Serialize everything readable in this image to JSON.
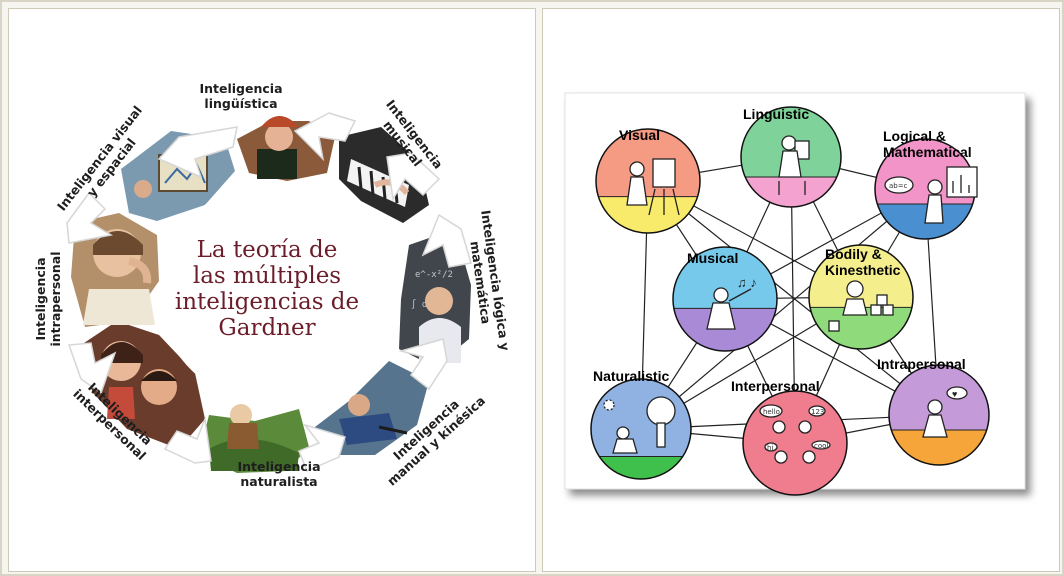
{
  "left_diagram": {
    "center_title_lines": [
      "La teoría de",
      "las múltiples",
      "inteligencias de",
      "Gardner"
    ],
    "labels": [
      {
        "key": "linguistica",
        "lines": [
          "Inteligencia",
          "lingüística"
        ]
      },
      {
        "key": "musical",
        "lines": [
          "Inteligencia",
          "musical"
        ]
      },
      {
        "key": "logica",
        "lines": [
          "Inteligencia lógica y",
          "matemática"
        ]
      },
      {
        "key": "manual",
        "lines": [
          "Inteligencia",
          "manual y kinésica"
        ]
      },
      {
        "key": "naturalista",
        "lines": [
          "Inteligencia",
          "naturalista"
        ]
      },
      {
        "key": "interpersonal",
        "lines": [
          "Inteligencia",
          "interpersonal"
        ]
      },
      {
        "key": "intrapersonal",
        "lines": [
          "Inteligencia",
          "intrapersonal"
        ]
      },
      {
        "key": "visual",
        "lines": [
          "Inteligencia visual",
          "y espacial"
        ]
      }
    ]
  },
  "right_diagram": {
    "nodes": [
      {
        "key": "visual",
        "label_lines": [
          "Visual"
        ],
        "top_color": "#f59a83",
        "bottom_color": "#f8ea6a"
      },
      {
        "key": "linguistic",
        "label_lines": [
          "Linguistic"
        ],
        "top_color": "#7fd39a",
        "bottom_color": "#f4a2cf"
      },
      {
        "key": "logical",
        "label_lines": [
          "Logical &",
          "Mathematical"
        ],
        "top_color": "#f294c8",
        "bottom_color": "#4a8fd0"
      },
      {
        "key": "musical",
        "label_lines": [
          "Musical"
        ],
        "top_color": "#76c9ea",
        "bottom_color": "#a98ad6"
      },
      {
        "key": "bodily",
        "label_lines": [
          "Bodily &",
          "Kinesthetic"
        ],
        "top_color": "#f4ef8c",
        "bottom_color": "#8fda7a"
      },
      {
        "key": "naturalistic",
        "label_lines": [
          "Naturalistic"
        ],
        "top_color": "#8fb2e2",
        "bottom_color": "#3fbf4c"
      },
      {
        "key": "interpersonal",
        "label_lines": [
          "Interpersonal"
        ],
        "top_color": "#f07d8e",
        "bottom_color": "#f07d8e"
      },
      {
        "key": "intrapersonal",
        "label_lines": [
          "Intrapersonal"
        ],
        "top_color": "#c59ad9",
        "bottom_color": "#f5a53a"
      }
    ],
    "speech_bubbles": [
      "hello",
      "123",
      "hi",
      "cool"
    ]
  }
}
